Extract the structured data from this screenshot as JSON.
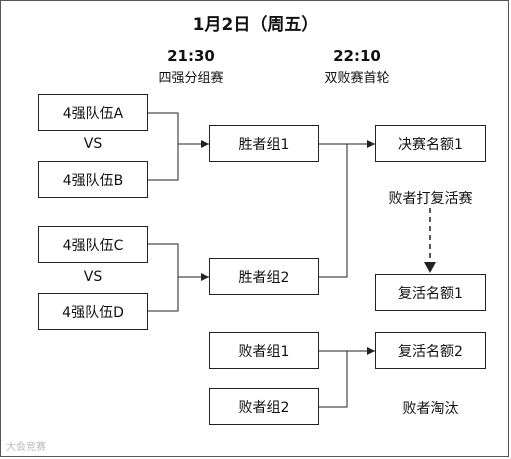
{
  "title": "1月2日（周五）",
  "columns": {
    "left": {
      "time": "21:30",
      "stage": "四强分组赛"
    },
    "right": {
      "time": "22:10",
      "stage": "双败赛首轮"
    }
  },
  "teams": {
    "a": "4强队伍A",
    "b": "4强队伍B",
    "c": "4强队伍C",
    "d": "4强队伍D",
    "vs_top": "VS",
    "vs_bottom": "VS"
  },
  "groups": {
    "winner1": "胜者组1",
    "winner2": "胜者组2",
    "loser1": "败者组1",
    "loser2": "败者组2"
  },
  "results": {
    "final_slot": "决赛名额1",
    "loser_playoff_note": "败者打复活赛",
    "revival_slot1": "复活名额1",
    "revival_slot2": "复活名额2",
    "eliminated_note": "败者淘汰"
  },
  "watermark": "大会竞赛"
}
